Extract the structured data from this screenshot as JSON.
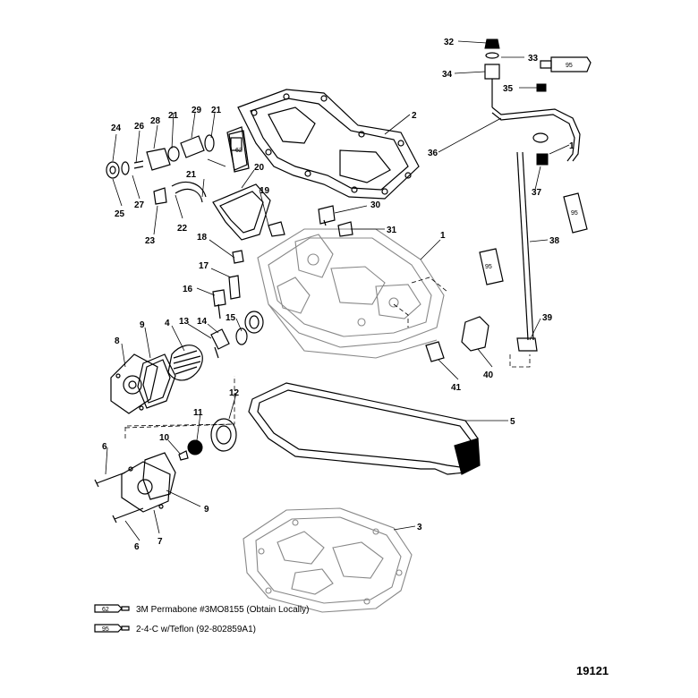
{
  "callouts": [
    "1",
    "2",
    "3",
    "4",
    "5",
    "6",
    "7",
    "8",
    "9",
    "10",
    "11",
    "12",
    "13",
    "14",
    "15",
    "16",
    "17",
    "18",
    "19",
    "20",
    "21",
    "22",
    "23",
    "24",
    "25",
    "26",
    "27",
    "28",
    "29",
    "30",
    "31",
    "32",
    "33",
    "34",
    "35",
    "36",
    "37",
    "38",
    "39",
    "40",
    "41"
  ],
  "legend": [
    {
      "tube_label": "62",
      "text": "3M Permabone #3MO8155 (Obtain Locally)"
    },
    {
      "tube_label": "95",
      "text": "2-4-C w/Teflon (92-802859A1)"
    }
  ],
  "tube_labels": {
    "sealant_62": "62",
    "lube_95": "95"
  },
  "figure_number": "19121",
  "icons": [
    "tube-icon"
  ]
}
